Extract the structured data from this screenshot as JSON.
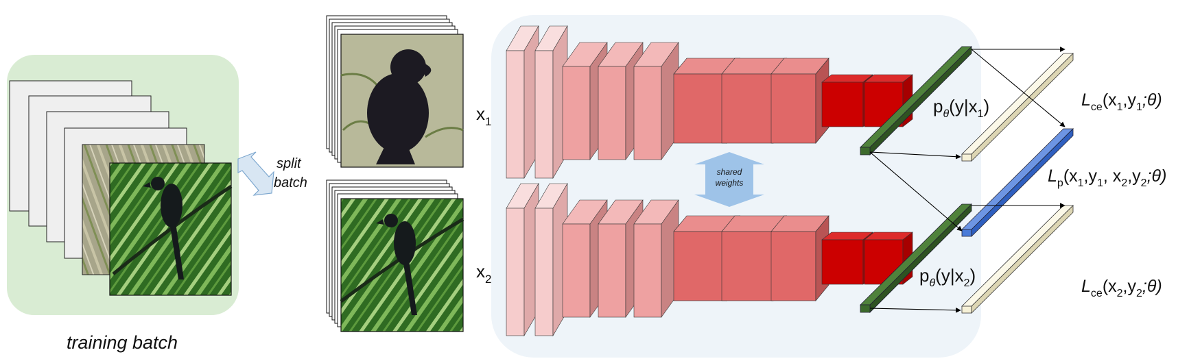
{
  "batch_label": "training batch",
  "split_label_1": "split",
  "split_label_2": "batch",
  "input_1": {
    "base": "x",
    "sub": "1"
  },
  "input_2": {
    "base": "x",
    "sub": "2"
  },
  "shared_label_1": "shared",
  "shared_label_2": "weights",
  "prob_1": {
    "p": "p",
    "theta": "θ",
    "body": "(y|x",
    "sub": "1",
    "close": ")"
  },
  "prob_2": {
    "p": "p",
    "theta": "θ",
    "body": "(y|x",
    "sub": "2",
    "close": ")"
  },
  "loss_ce_1": {
    "L": "L",
    "sub": "ce",
    "args_a": "(x",
    "s1": "1",
    "args_b": ",y",
    "s2": "1",
    "args_c": ";θ)"
  },
  "loss_p": {
    "L": "L",
    "sub": "p",
    "a": "(x",
    "s1": "1",
    "b": ",y",
    "s2": "1",
    "c": ", x",
    "s3": "2",
    "d": ",y",
    "s4": "2",
    "e": ";θ)"
  },
  "loss_ce_2": {
    "L": "L",
    "sub": "ce",
    "args_a": "(x",
    "s1": "2",
    "args_b": ",y",
    "s2": "2",
    "args_c": ";θ)"
  },
  "colors": {
    "batch_bg": "#d9ecd3",
    "network_bg": "#eef4f9",
    "layer_light": "#f6cccc",
    "layer_mid": "#eea1a1",
    "layer_dark": "#e06868",
    "layer_red": "#cc0000",
    "fc_green": "#3c6a2c",
    "out_cream": "#f6f1d7",
    "out_blue": "#4a7bd8",
    "arrow_blue": "#9ec3e8"
  }
}
